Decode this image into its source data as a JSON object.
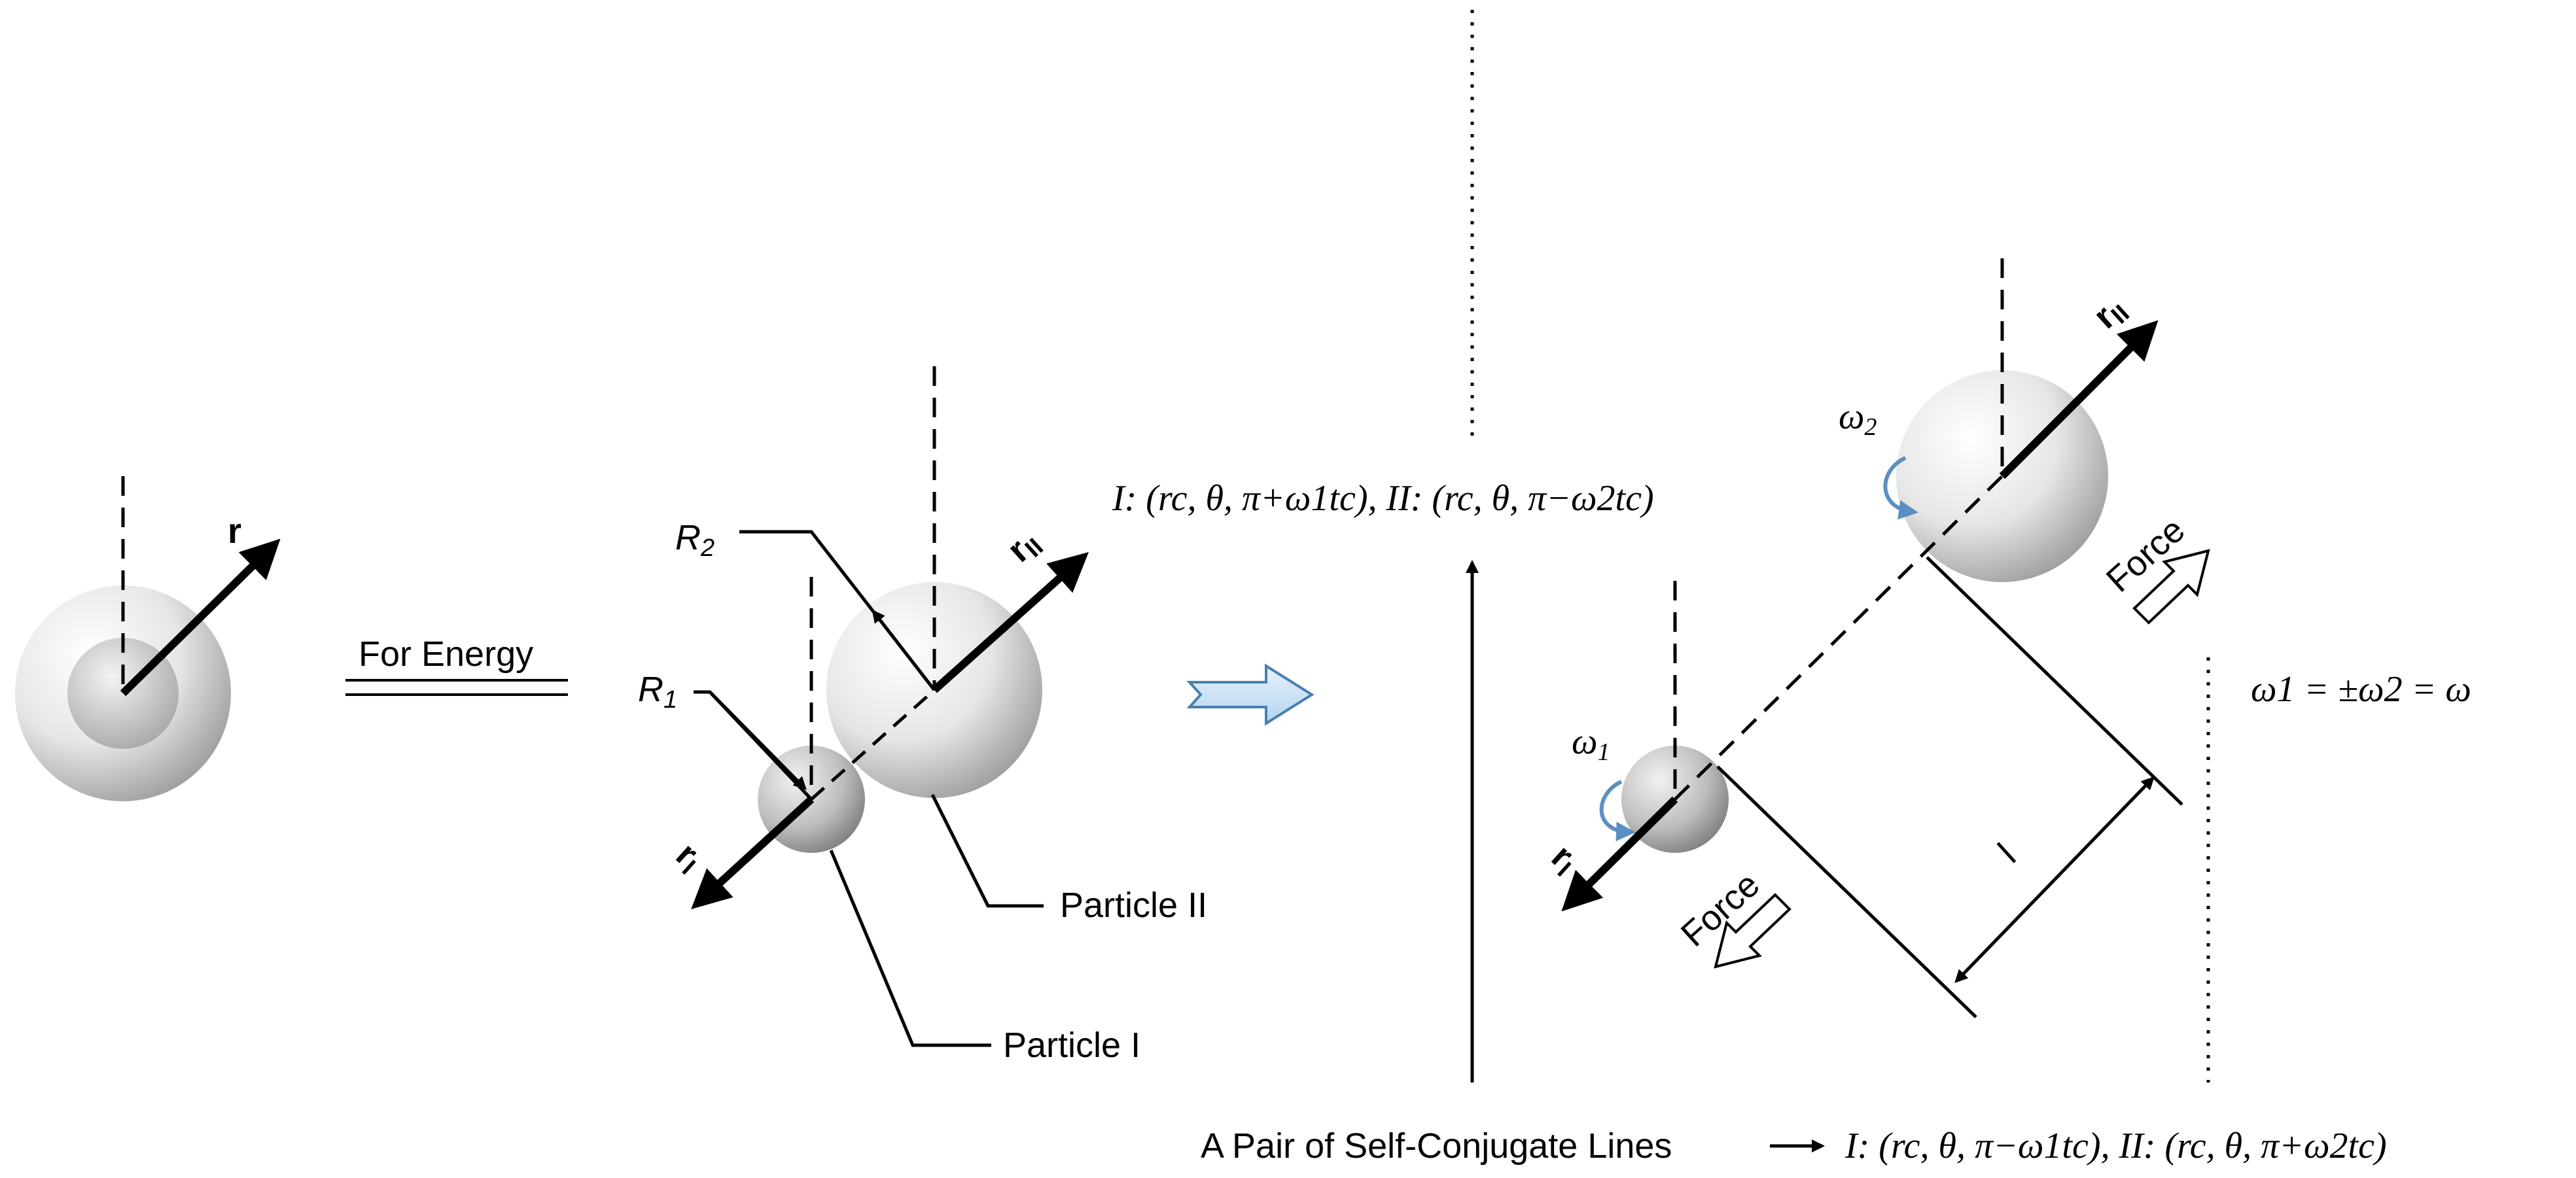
{
  "labels": {
    "r": "r",
    "r_I": "r",
    "r_I_sub": "I",
    "r_II": "r",
    "r_II_sub": "II",
    "R1": "R",
    "R1_sub": "1",
    "R2": "R",
    "R2_sub": "2",
    "for_energy": "For Energy",
    "particle_I": "Particle I",
    "particle_II": "Particle II",
    "omega1": "ω",
    "omega1_sub": "1",
    "omega2": "ω",
    "omega2_sub": "2",
    "force_top": "Force",
    "force_bottom": "Force",
    "l": "l",
    "self_conjugate": "A Pair of Self-Conjugate Lines"
  },
  "equations": {
    "top": "I: (rc, θ, π+ω1tc), II: (rc, θ, π−ω2tc)",
    "bottom": "I: (rc, θ, π−ω1tc), II: (rc, θ, π+ω2tc)",
    "omega_relation": "ω1 = ±ω2 = ω"
  },
  "colors": {
    "sphere_light": "#ffffff",
    "sphere_dark": "#9a9a9a",
    "arrow_fill": "#cfe4f6",
    "arrow_stroke": "#4a7fb0",
    "rot_arrow": "#5b8fc2"
  }
}
